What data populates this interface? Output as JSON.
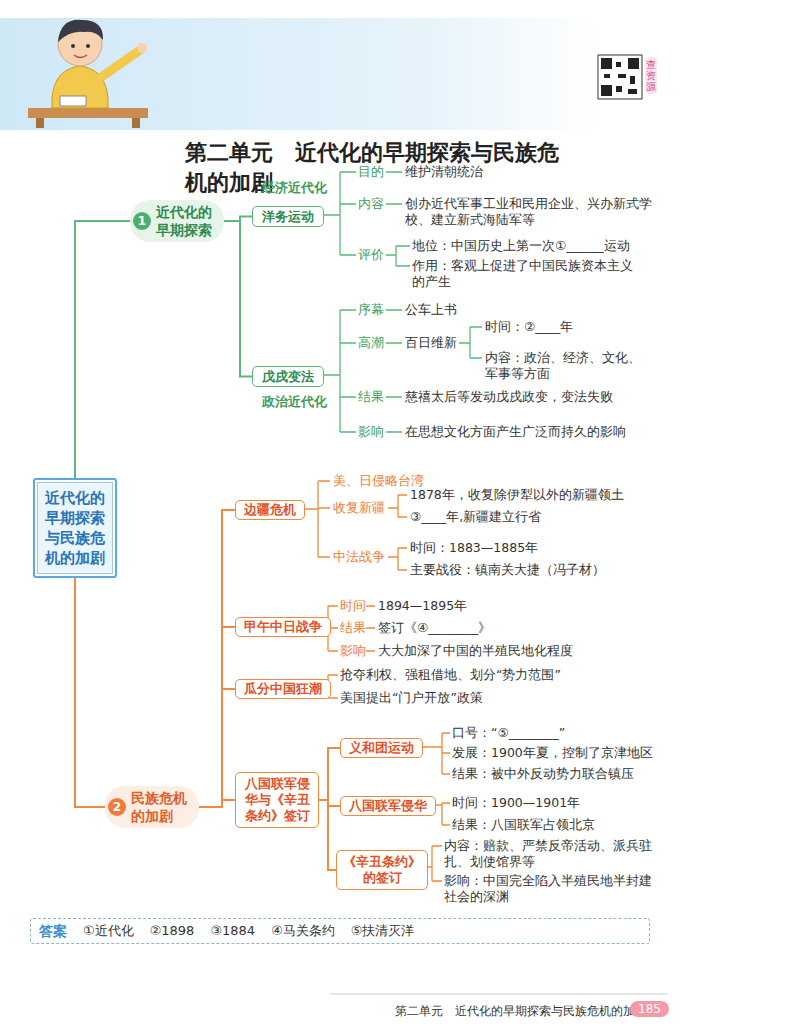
{
  "diagram": {
    "title": "第二单元　近代化的早期探索与民族危机的加剧",
    "nodes": [
      {
        "text": [
          "近代化的早期探索与民族危机的加剧"
        ]
      },
      {
        "text": [
          "1",
          "近代化的早期探索"
        ]
      },
      {
        "text": [
          "洋务运动"
        ]
      },
      {
        "text": [
          "戊戌变法"
        ]
      },
      {
        "text": [
          "2",
          "民族危机的加剧"
        ]
      },
      {
        "text": [
          "边疆危机"
        ]
      },
      {
        "text": [
          "甲午中日战争"
        ]
      },
      {
        "text": [
          "瓜分中国狂潮"
        ]
      },
      {
        "text": [
          "八国联军侵华与《辛丑条约》签订"
        ]
      },
      {
        "text": [
          "义和团运动"
        ]
      },
      {
        "text": [
          "八国联军侵华"
        ]
      },
      {
        "text": [
          "《辛丑条约》的签订"
        ]
      },
      {
        "text": [
          "答案",
          "①近代化",
          "②1898",
          "③1884",
          "④马关条约",
          "⑤扶清灭洋"
        ]
      }
    ],
    "edges": [
      {
        "from": 0,
        "to": 1,
        "arrow": "none"
      },
      {
        "from": 1,
        "to": 2,
        "arrow": "none"
      },
      {
        "from": 1,
        "to": 3,
        "arrow": "none"
      },
      {
        "from": 0,
        "to": 4,
        "arrow": "none"
      },
      {
        "from": 4,
        "to": 5,
        "arrow": "none"
      },
      {
        "from": 4,
        "to": 6,
        "arrow": "none"
      },
      {
        "from": 4,
        "to": 7,
        "arrow": "none"
      },
      {
        "from": 4,
        "to": 8,
        "arrow": "none"
      },
      {
        "from": 8,
        "to": 9,
        "arrow": "none"
      },
      {
        "from": 8,
        "to": 10,
        "arrow": "none"
      },
      {
        "from": 8,
        "to": 11,
        "arrow": "none"
      }
    ],
    "labels": [
      "经济近代化",
      "目的",
      "维护清朝统治",
      "内容",
      "创办近代军事工业和民用企业、兴办新式学校、建立新式海陆军等",
      "评价",
      "地位：中国历史上第一次①______运动",
      "作用：客观上促进了中国民族资本主义的产生",
      "序幕",
      "公车上书",
      "高潮",
      "百日维新",
      "时间：②____年",
      "内容：政治、经济、文化、军事等方面",
      "结果",
      "慈禧太后等发动戊戌政变，变法失败",
      "影响",
      "在思想文化方面产生广泛而持久的影响",
      "政治近代化",
      "美、日侵略台湾",
      "收复新疆",
      "1878年，收复除伊犁以外的新疆领土",
      "③____年,新疆建立行省",
      "中法战争",
      "时间：1883—1885年",
      "主要战役：镇南关大捷（冯子材）",
      "时间",
      "1894—1895年",
      "结果",
      "签订《④________》",
      "影响",
      "大大加深了中国的半殖民地化程度",
      "抢夺利权、强租借地、划分“势力范围”",
      "美国提出“门户开放”政策",
      "口号：“⑤________”",
      "发展：1900年夏，控制了京津地区",
      "结果：被中外反动势力联合镇压",
      "时间：1900—1901年",
      "结果：八国联军占领北京",
      "内容：赔款、严禁反帝活动、派兵驻扎、划使馆界等",
      "影响：中国完全陷入半殖民地半封建社会的深渊",
      "查资源",
      "第二单元　近代化的早期探索与民族危机的加剧",
      "185"
    ]
  }
}
